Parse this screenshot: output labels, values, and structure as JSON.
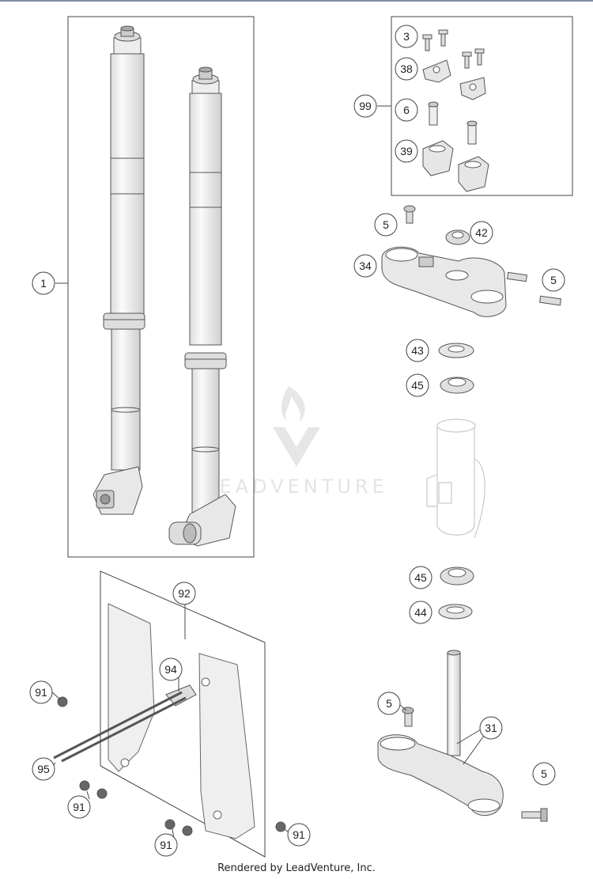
{
  "callouts": {
    "c1": "1",
    "c3": "3",
    "c38": "38",
    "c99": "99",
    "c6": "6",
    "c39": "39",
    "c5a": "5",
    "c42": "42",
    "c34": "34",
    "c5b": "5",
    "c43": "43",
    "c45a": "45",
    "c45b": "45",
    "c44": "44",
    "c92": "92",
    "c94": "94",
    "c91a": "91",
    "c95": "95",
    "c91b": "91",
    "c91c": "91",
    "c91d": "91",
    "c5c": "5",
    "c31": "31",
    "c5d": "5"
  },
  "watermark": "LEADVENTURE",
  "footer": "Rendered by LeadVenture, Inc.",
  "colors": {
    "line": "#444444",
    "fill": "#f2f2f2",
    "dark": "#555555",
    "watermark": "#e2e2e2"
  }
}
